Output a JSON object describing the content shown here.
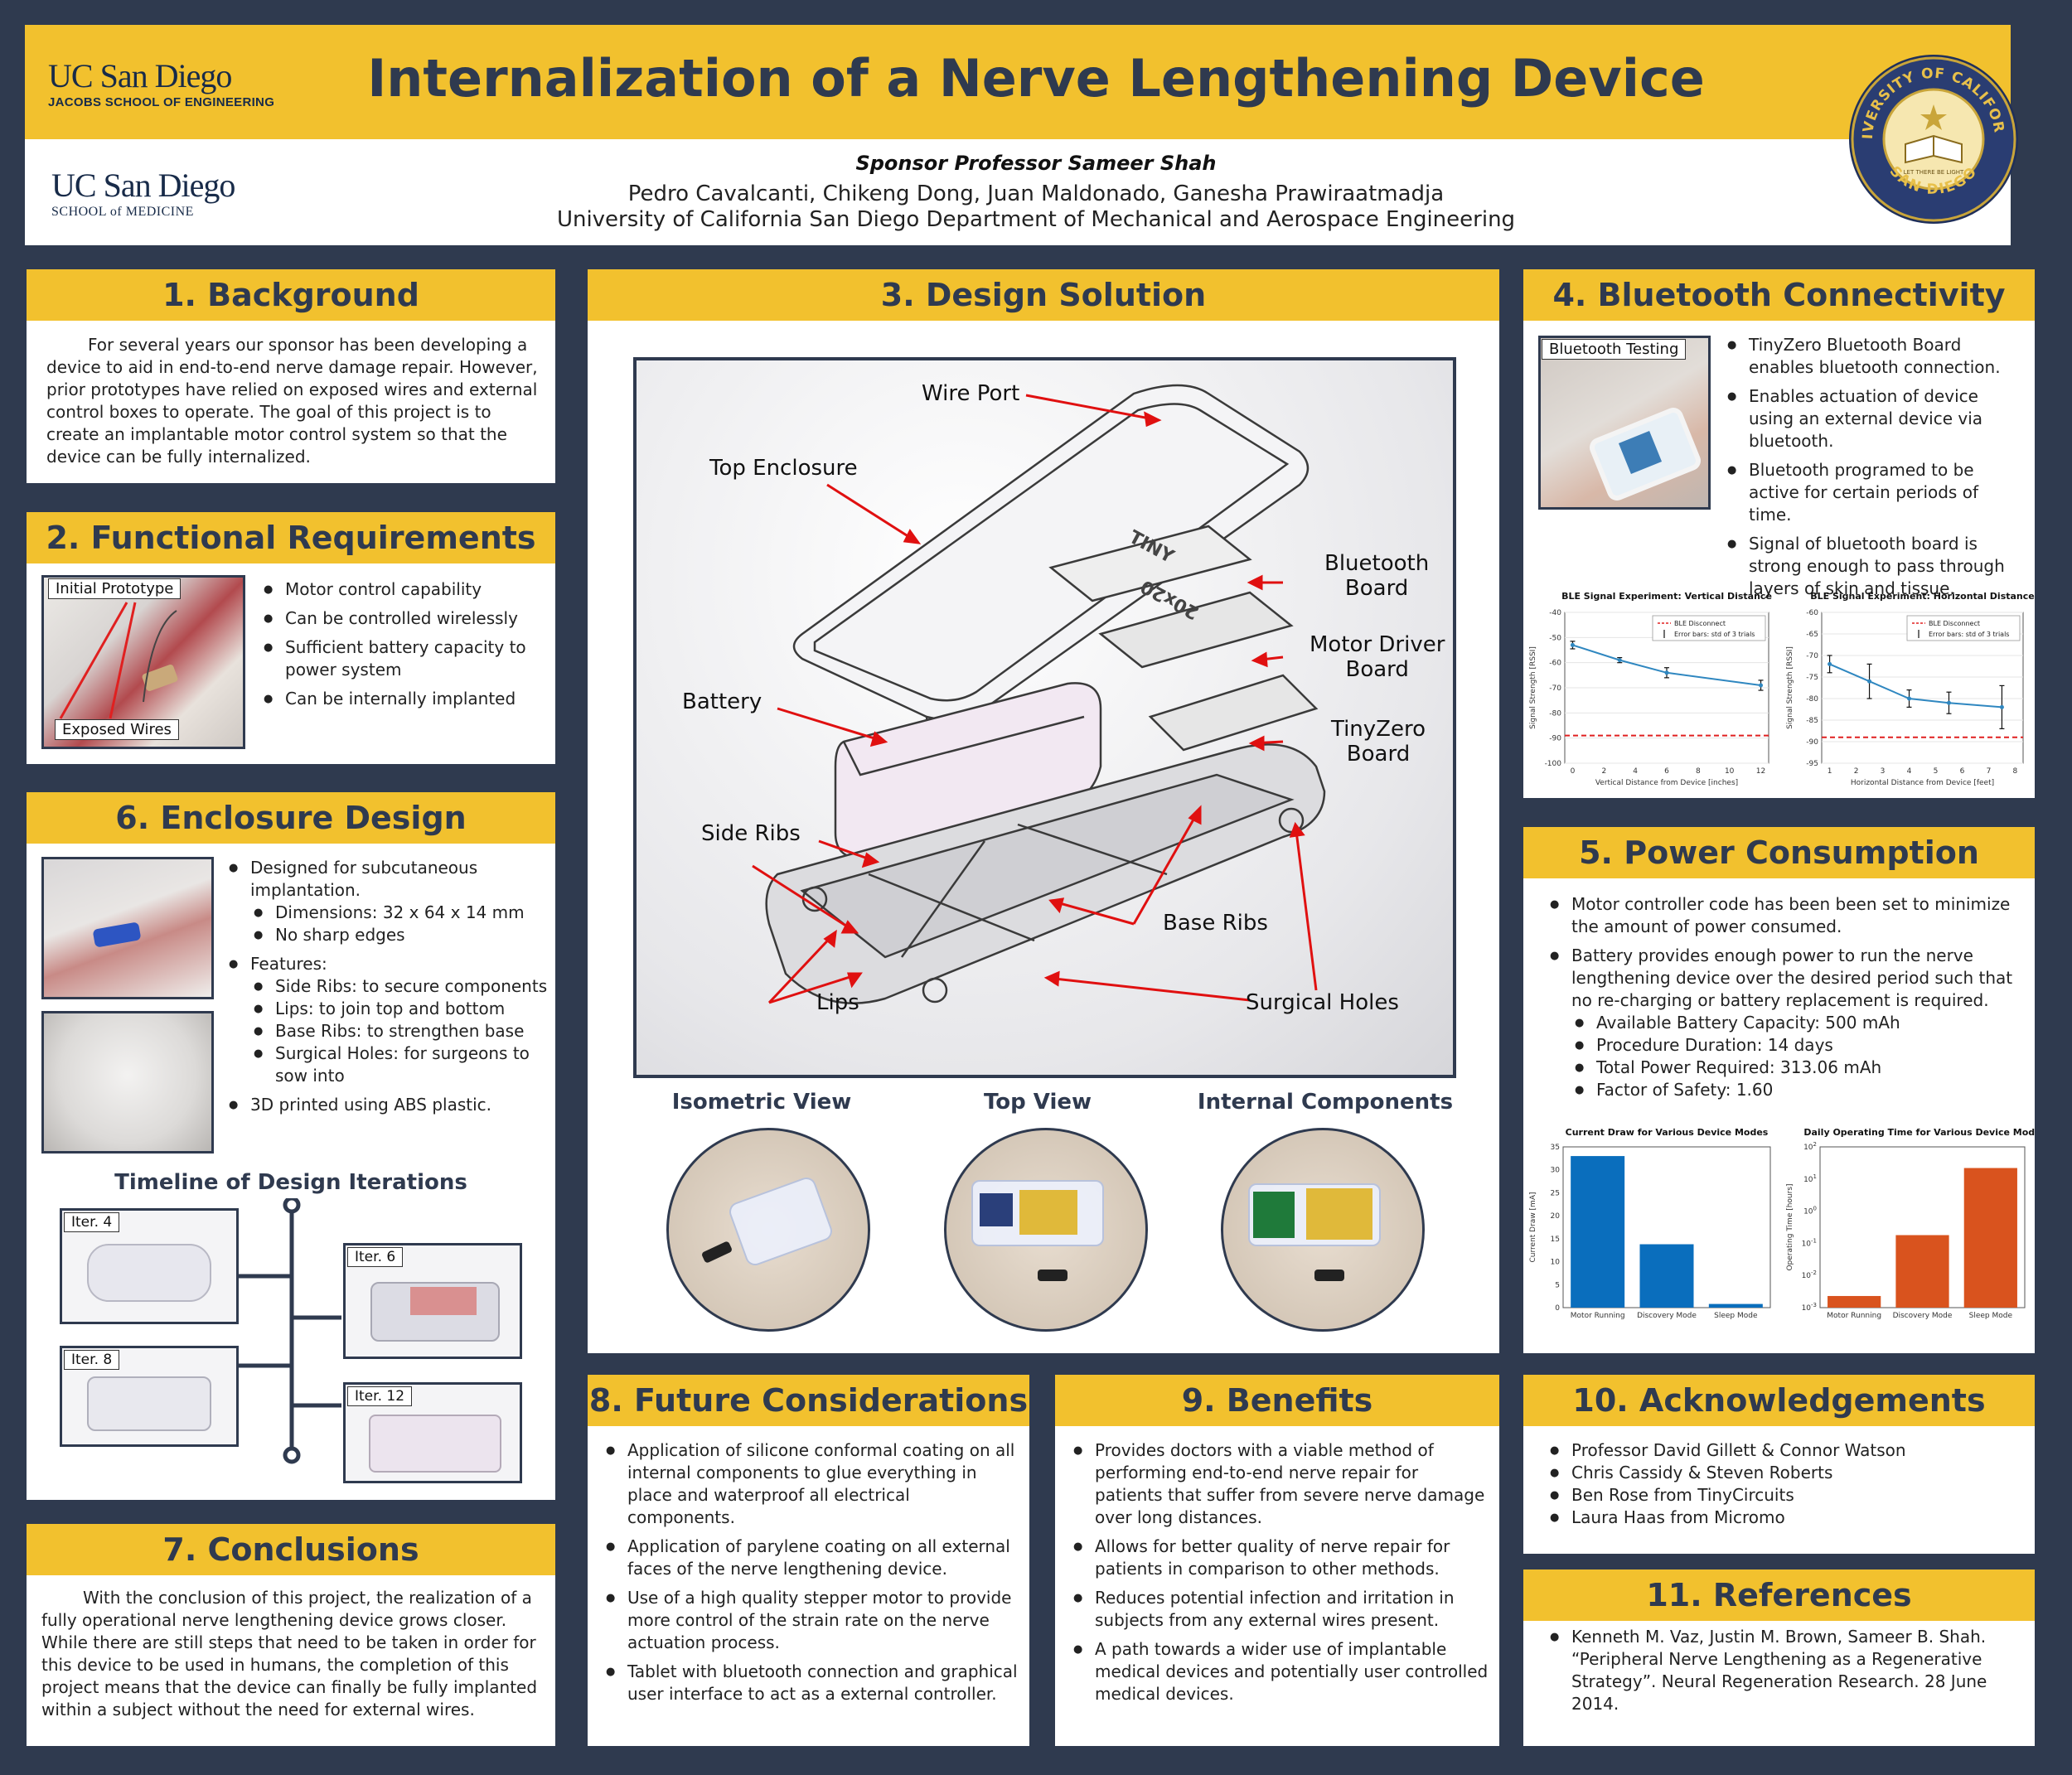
{
  "header": {
    "title": "Internalization of a Nerve Lengthening Device",
    "sponsor": "Sponsor Professor Sameer Shah",
    "authors": "Pedro Cavalcanti, Chikeng Dong, Juan Maldonado, Ganesha Prawiraatmadja",
    "affiliation": "University of California San Diego Department of Mechanical and Aerospace Engineering",
    "logo1_big": "UC San Diego",
    "logo1_small": "JACOBS SCHOOL OF ENGINEERING",
    "logo2_big": "UC San Diego",
    "logo2_small": "SCHOOL of MEDICINE",
    "seal_top": "UNIVERSITY OF CALIFORNIA",
    "seal_bottom": "SAN DIEGO",
    "seal_motto": "LET THERE BE LIGHT"
  },
  "background": {
    "title": "1. Background",
    "text": "For several years our sponsor has been developing a device to aid in end-to-end nerve damage repair. However, prior prototypes have relied on exposed wires and external control boxes to operate. The goal of this project is to create an implantable motor control system so that the device can be fully internalized."
  },
  "requirements": {
    "title": "2. Functional Requirements",
    "tag_top": "Initial Prototype",
    "tag_bottom": "Exposed Wires",
    "items": [
      "Motor control capability",
      "Can be controlled wirelessly",
      "Sufficient battery capacity to power system",
      "Can be internally implanted"
    ]
  },
  "enclosure": {
    "title": "6. Enclosure Design",
    "b1": "Designed for subcutaneous implantation.",
    "b1_sub": [
      "Dimensions: 32 x 64 x 14 mm",
      "No sharp edges"
    ],
    "b2": "Features:",
    "b2_sub": [
      "Side Ribs: to secure components",
      "Lips: to join top and bottom",
      "Base Ribs: to strengthen base",
      "Surgical Holes: for surgeons to sow into"
    ],
    "b3": "3D printed using ABS plastic.",
    "timeline_title": "Timeline of Design Iterations",
    "iters": [
      "Iter. 4",
      "Iter. 6",
      "Iter. 8",
      "Iter. 12"
    ]
  },
  "conclusions": {
    "title": "7. Conclusions",
    "text": "With the conclusion of this project, the realization of a fully operational nerve lengthening device grows closer. While there are still steps that need to be taken in order for this device to be used in humans, the completion of this project means that the device can finally be fully implanted within a subject without the need for external wires."
  },
  "design": {
    "title": "3. Design Solution",
    "labels": {
      "wire_port": "Wire Port",
      "top_enclosure": "Top Enclosure",
      "bluetooth_1": "Bluetooth",
      "bluetooth_2": "Board",
      "motor_1": "Motor Driver",
      "motor_2": "Board",
      "tinyzero_1": "TinyZero",
      "tinyzero_2": "Board",
      "battery": "Battery",
      "side_ribs": "Side Ribs",
      "base_ribs": "Base Ribs",
      "lips": "Lips",
      "surgical_holes": "Surgical Holes"
    },
    "board_text": [
      "TINY",
      "20x20"
    ],
    "views": [
      "Isometric View",
      "Top View",
      "Internal Components"
    ]
  },
  "bluetooth": {
    "title": "4. Bluetooth Connectivity",
    "tag": "Bluetooth Testing",
    "items": [
      "TinyZero Bluetooth Board enables bluetooth connection.",
      "Enables actuation of device using an external device via bluetooth.",
      "Bluetooth programed to be active for certain periods of time.",
      "Signal of bluetooth board is strong enough to pass through layers of skin and tissue."
    ]
  },
  "power": {
    "title": "5. Power Consumption",
    "b1": "Motor controller code has been been set to minimize the amount of power consumed.",
    "b2": "Battery provides enough power to run the nerve lengthening device over the desired period such that no re-charging or battery replacement is required.",
    "b2_sub": [
      "Available Battery Capacity: 500 mAh",
      "Procedure Duration: 14 days",
      "Total Power Required: 313.06 mAh",
      "Factor of Safety: 1.60"
    ]
  },
  "future": {
    "title": "8. Future Considerations",
    "items": [
      "Application of silicone conformal coating on all internal components to glue everything in place and waterproof all electrical components.",
      "Application of parylene coating on all external faces of the nerve lengthening device.",
      "Use of a high quality stepper motor to provide more control of the strain rate on the nerve actuation process.",
      "Tablet with bluetooth connection and graphical user interface to act as a external controller."
    ]
  },
  "benefits": {
    "title": "9. Benefits",
    "items": [
      "Provides doctors with a viable method of performing end-to-end nerve repair for patients that suffer from severe nerve damage over long distances.",
      "Allows for better quality of nerve repair for patients in comparison to other methods.",
      "Reduces potential infection and irritation in subjects from any external wires present.",
      "A path towards a wider use of implantable medical devices and potentially user controlled medical devices."
    ]
  },
  "acknowledgements": {
    "title": "10. Acknowledgements",
    "items": [
      "Professor David Gillett & Connor Watson",
      "Chris Cassidy & Steven Roberts",
      "Ben Rose from TinyCircuits",
      "Laura Haas from Micromo"
    ]
  },
  "references": {
    "title": "11. References",
    "items": [
      "Kenneth M. Vaz, Justin M. Brown, Sameer B. Shah. “Peripheral Nerve Lengthening as a Regenerative Strategy”. Neural Regeneration Research. 28 June 2014."
    ]
  },
  "chart_data": [
    {
      "type": "line",
      "title": "BLE Signal Experiment: Vertical Distance",
      "xlabel": "Vertical Distance from Device [inches]",
      "ylabel": "Signal Strength [RSSI]",
      "x": [
        0,
        3,
        6,
        12
      ],
      "values": [
        -53,
        -59,
        -64,
        -69
      ],
      "err": [
        1.5,
        1,
        2,
        2
      ],
      "xlim": [
        -0.5,
        12.5
      ],
      "ylim": [
        -100,
        -40
      ],
      "xticks": [
        0,
        2,
        4,
        6,
        8,
        10,
        12
      ],
      "yticks": [
        -100,
        -90,
        -80,
        -70,
        -60,
        -50,
        -40
      ],
      "disconnect": -89,
      "legend": [
        "BLE Disconnect",
        "Error bars: std of 3 trials"
      ],
      "color": "#2f87c0"
    },
    {
      "type": "line",
      "title": "BLE Signal Experiment: Horizontal Distance",
      "xlabel": "Horizontal Distance from Device [feet]",
      "ylabel": "Signal Strength [RSSI]",
      "x": [
        1,
        2.5,
        4,
        5.5,
        7.5
      ],
      "values": [
        -72,
        -76,
        -80,
        -81,
        -82
      ],
      "err": [
        2,
        4,
        2,
        2.5,
        5
      ],
      "xlim": [
        0.7,
        8.3
      ],
      "ylim": [
        -95,
        -60
      ],
      "xticks": [
        1,
        2,
        3,
        4,
        5,
        6,
        7,
        8
      ],
      "yticks": [
        -95,
        -90,
        -85,
        -80,
        -75,
        -70,
        -65,
        -60
      ],
      "disconnect": -89,
      "legend": [
        "BLE Disconnect",
        "Error bars: std of 3 trials"
      ],
      "color": "#2f87c0"
    },
    {
      "type": "bar",
      "title": "Current Draw for Various Device Modes",
      "ylabel": "Current Draw [mA]",
      "categories": [
        "Motor Running",
        "Discovery Mode",
        "Sleep Mode"
      ],
      "values": [
        33,
        13.8,
        0.8
      ],
      "ylim": [
        0,
        35
      ],
      "yticks": [
        0,
        5,
        10,
        15,
        20,
        25,
        30,
        35
      ],
      "color": "#0a6ebd"
    },
    {
      "type": "bar",
      "title": "Daily Operating Time for Various Device Mode",
      "ylabel": "Operating Time [hours]",
      "categories": [
        "Motor Running",
        "Discovery Mode",
        "Sleep Mode"
      ],
      "values": [
        0.0023,
        0.18,
        22
      ],
      "ylim": [
        0.001,
        100
      ],
      "yscale": "log",
      "yticks": [
        "10^-3",
        "10^-2",
        "10^-1",
        "10^0",
        "10^1",
        "10^2"
      ],
      "color": "#d9531e"
    }
  ]
}
